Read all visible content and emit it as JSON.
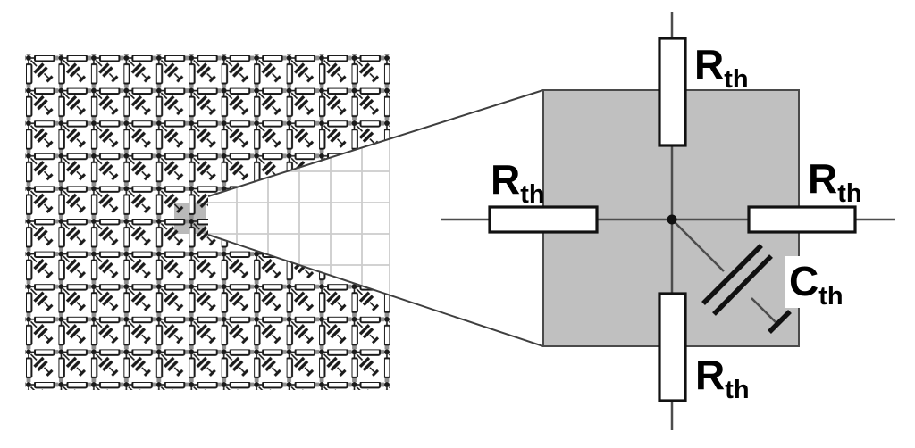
{
  "figure": {
    "mesh": {
      "columns": 11,
      "rows": 10
    },
    "labels": {
      "r_top": {
        "symbol": "R",
        "subscript": "th"
      },
      "r_left": {
        "symbol": "R",
        "subscript": "th"
      },
      "r_right": {
        "symbol": "R",
        "subscript": "th"
      },
      "r_bottom": {
        "symbol": "R",
        "subscript": "th"
      },
      "c": {
        "symbol": "C",
        "subscript": "th"
      }
    },
    "colors": {
      "unit_cell_fill": "#c0c0c0",
      "highlight_cell_fill": "#b9b9b9",
      "faint_grid_line": "#cccccc",
      "wire": "#4d4d4d",
      "component_stroke": "#111111",
      "component_fill": "#ffffff"
    }
  }
}
